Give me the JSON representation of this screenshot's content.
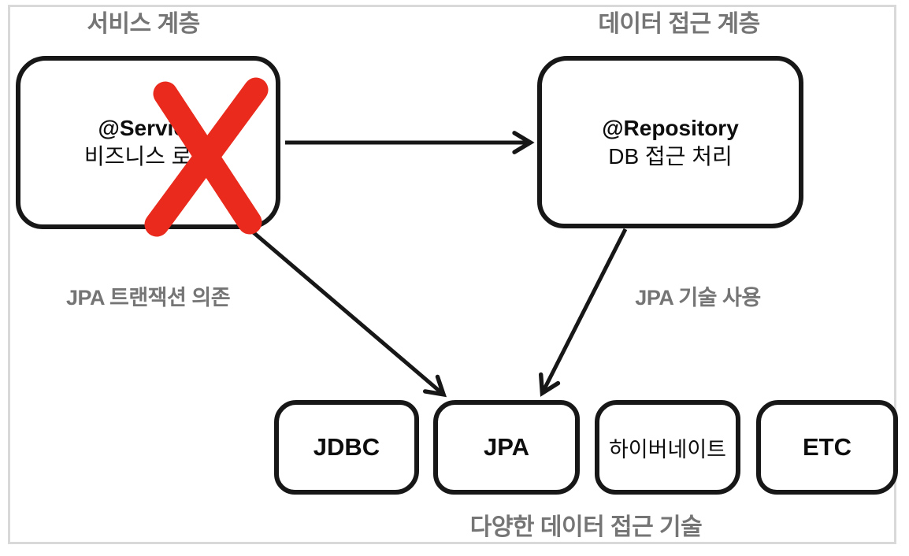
{
  "diagram": {
    "service_layer": {
      "header": "서비스 계층",
      "node": {
        "annotation": "@Service",
        "description": "비즈니스 로직"
      },
      "crossed_out": true,
      "cross_icon": "red-cross-icon"
    },
    "data_access_layer": {
      "header": "데이터 접근 계층",
      "node": {
        "annotation": "@Repository",
        "description": "DB 접근 처리"
      }
    },
    "edges": [
      {
        "from": "service-node",
        "to": "repository-node",
        "label": ""
      },
      {
        "from": "service-node",
        "to": "tech-node-jpa",
        "label": "JPA 트랜잭션 의존"
      },
      {
        "from": "repository-node",
        "to": "tech-node-jpa",
        "label": "JPA 기술 사용"
      }
    ],
    "technologies": {
      "items": [
        "JDBC",
        "JPA",
        "하이버네이트",
        "ETC"
      ],
      "caption": "다양한 데이터 접근 기술"
    },
    "colors": {
      "cross_red": "#e92a1c",
      "label_gray": "#757575",
      "stroke_black": "#171717",
      "frame_gray": "#d9d9d9"
    }
  }
}
